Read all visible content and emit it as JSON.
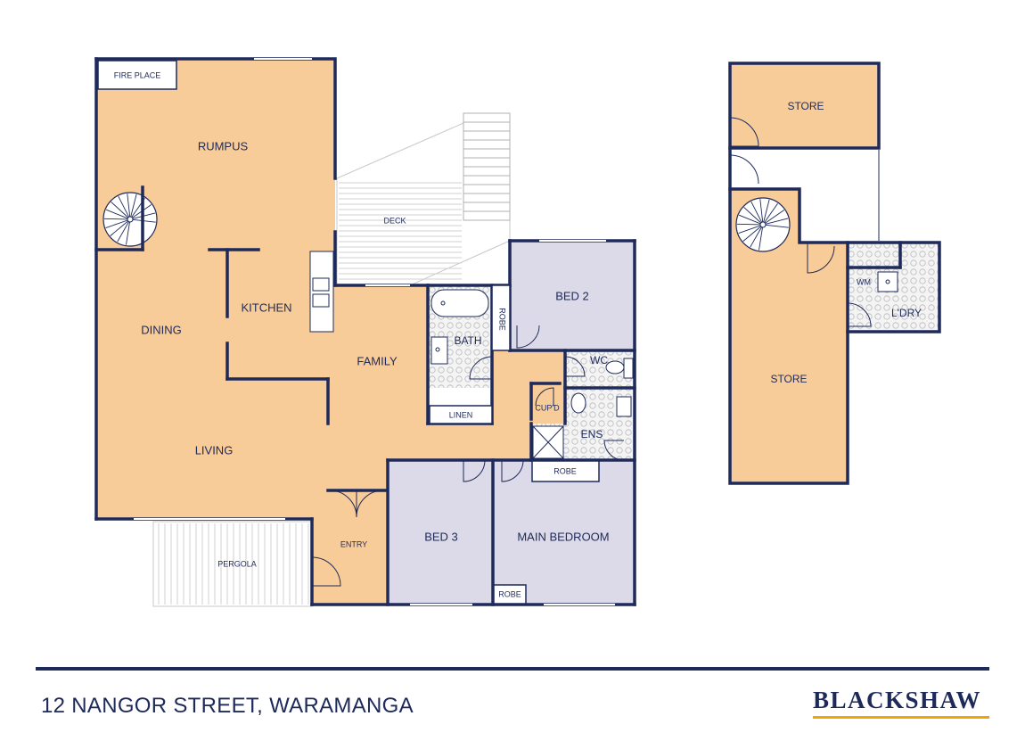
{
  "colors": {
    "wall": "#1e2a5a",
    "living_fill": "#f8cc98",
    "bedroom_fill": "#dcdae8",
    "wet_fill": "#ececec",
    "deck_line": "#c8c8c8",
    "brand_accent": "#f0a500"
  },
  "ground_floor": {
    "rooms": {
      "fire_place": "FIRE PLACE",
      "rumpus": "RUMPUS",
      "deck": "DECK",
      "kitchen": "KITCHEN",
      "dining": "DINING",
      "family": "FAMILY",
      "living": "LIVING",
      "bath": "BATH",
      "robe_bath": "ROBE",
      "linen": "LINEN",
      "bed_2": "BED 2",
      "wc": "WC",
      "cupd": "CUP'D",
      "ens": "ENS",
      "robe_main": "ROBE",
      "bed_3": "BED 3",
      "main_bedroom": "MAIN BEDROOM",
      "robe_bottom": "ROBE",
      "entry": "ENTRY",
      "pergola": "PERGOLA"
    }
  },
  "lower_floor": {
    "rooms": {
      "store_top": "STORE",
      "store_main": "STORE",
      "wm": "WM",
      "laundry": "L'DRY"
    }
  },
  "footer": {
    "address": "12 NANGOR STREET, WARAMANGA",
    "brand": "BLACKSHAW"
  }
}
